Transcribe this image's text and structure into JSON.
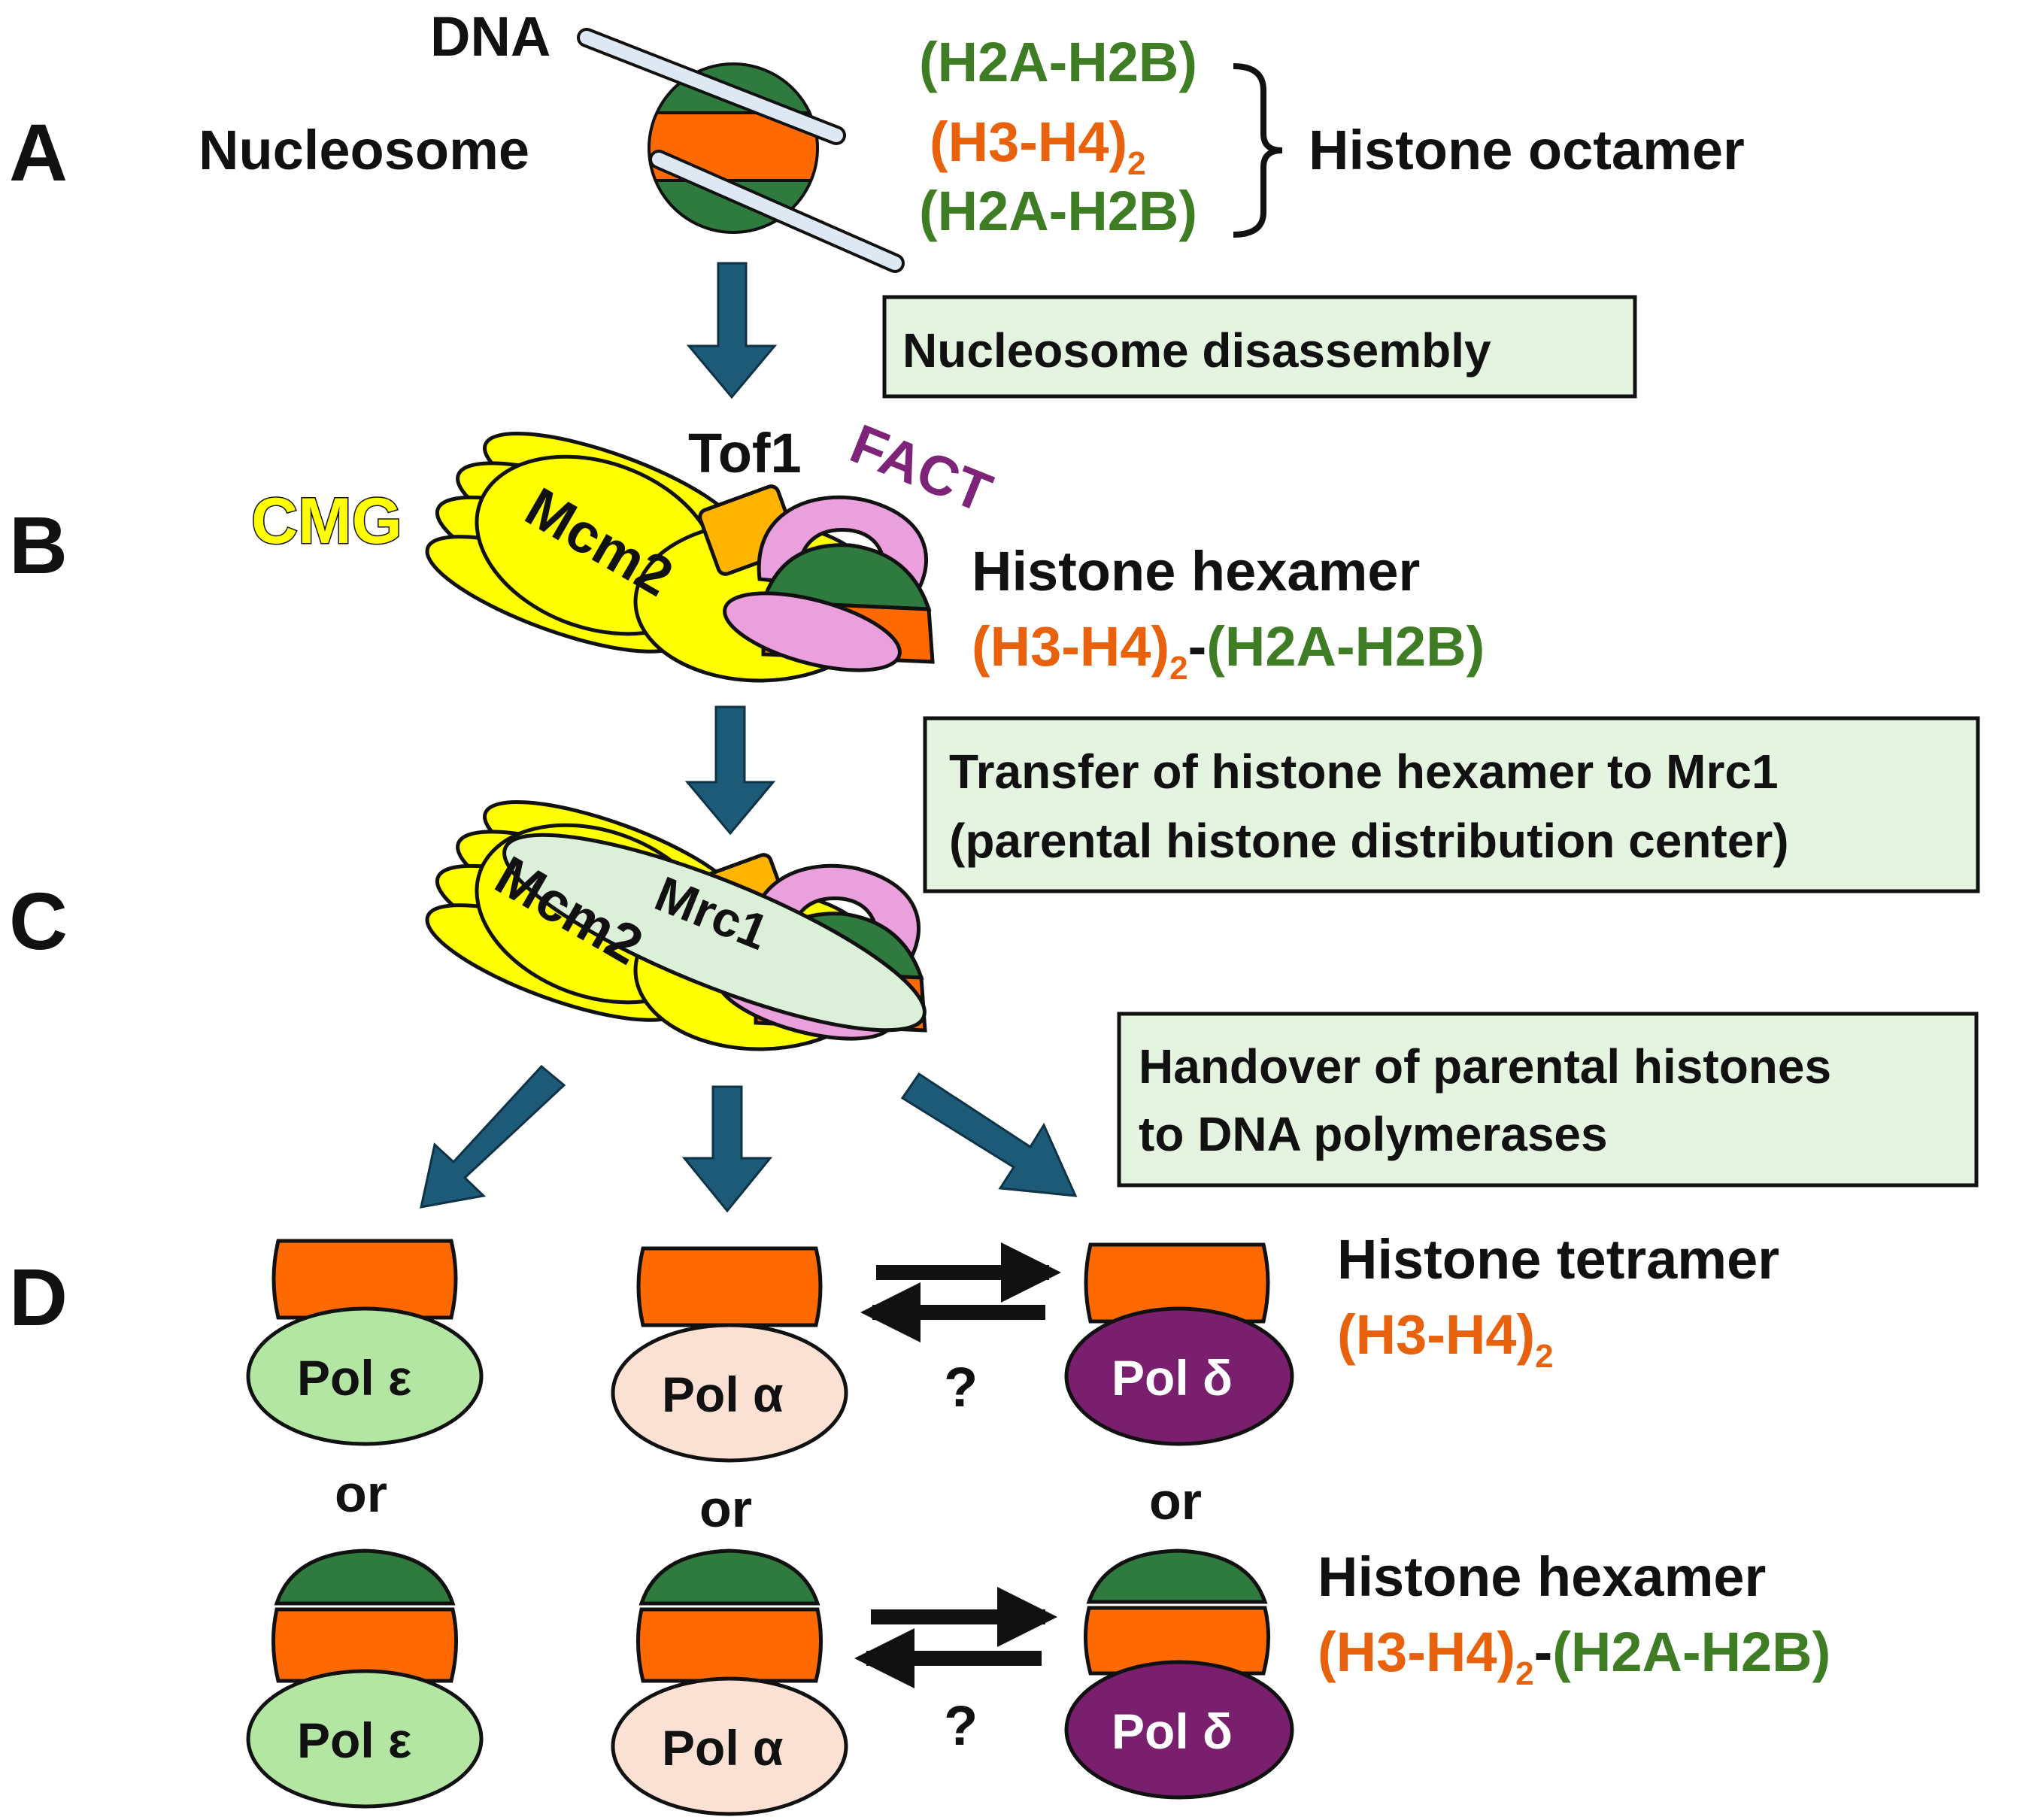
{
  "panels": {
    "a": "A",
    "b": "B",
    "c": "C",
    "d": "D"
  },
  "panel_a": {
    "dna": "DNA",
    "nucleosome": "Nucleosome",
    "h2a_h2b_top": "(H2A-H2B)",
    "h3_h4": "(H3-H4)",
    "h3_h4_sub": "2",
    "h2a_h2b_bottom": "(H2A-H2B)",
    "octamer": "Histone octamer"
  },
  "steps": {
    "disassembly": "Nucleosome disassembly",
    "transfer_line1": "Transfer of histone hexamer to Mrc1",
    "transfer_line2": "(parental histone distribution center)",
    "handover_line1": "Handover of parental histones",
    "handover_line2": "to DNA polymerases"
  },
  "panel_b": {
    "tof1": "Tof1",
    "fact": "FACT",
    "cmg": "CMG",
    "mcm2": "Mcm2",
    "hexamer": "Histone hexamer",
    "h3_h4": "(H3-H4)",
    "sub": "2",
    "dash": "-",
    "h2a_h2b": "(H2A-H2B)"
  },
  "panel_c": {
    "mcm2": "Mcm2",
    "mrc1": "Mrc1"
  },
  "panel_d": {
    "pol_epsilon": "Pol ε",
    "pol_alpha": "Pol α",
    "pol_delta": "Pol δ",
    "or": "or",
    "question": "?",
    "tetramer": "Histone tetramer",
    "tetramer_formula": "(H3-H4)",
    "hexamer": "Histone hexamer",
    "hexamer_formula_a": "(H3-H4)",
    "hexamer_formula_b": "(H2A-H2B)",
    "sub": "2",
    "dash": "-"
  },
  "colors": {
    "h3_h4_orange": "#ff6a00",
    "h2a_h2b_green": "#2f7a3e",
    "cmg_yellow": "#ffff00",
    "tof1_gold": "#ffb400",
    "fact_pink": "#e9a0dc",
    "mrc1_pale": "#dcefd8",
    "arrow_blue": "#1c5a78",
    "pol_epsilon_fill": "#b3e6a3",
    "pol_alpha_fill": "#fbe1d3",
    "pol_delta_fill": "#7a1e6e",
    "box_fill": "#e4f4e0"
  }
}
